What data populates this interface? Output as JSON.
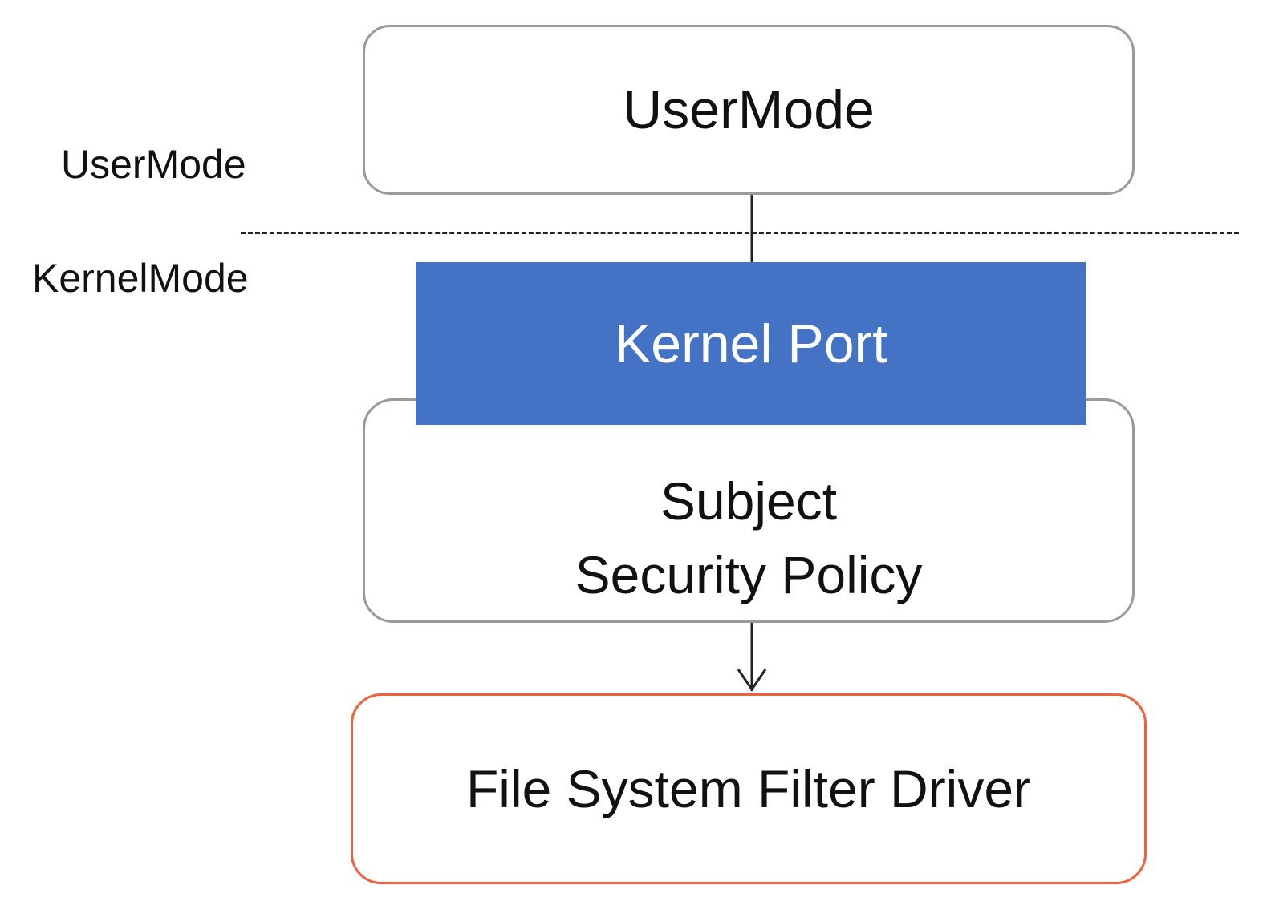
{
  "layers": {
    "user_label": "UserMode",
    "kernel_label": "KernelMode"
  },
  "boxes": {
    "usermode": "UserMode",
    "kernel_port": "Kernel Port",
    "policy_line1": "Subject",
    "policy_line2": "Security Policy",
    "driver": "File System Filter Driver"
  },
  "colors": {
    "kernel_port_fill": "#4472c4",
    "driver_border": "#f2603a",
    "box_border": "#9a9a9a"
  }
}
